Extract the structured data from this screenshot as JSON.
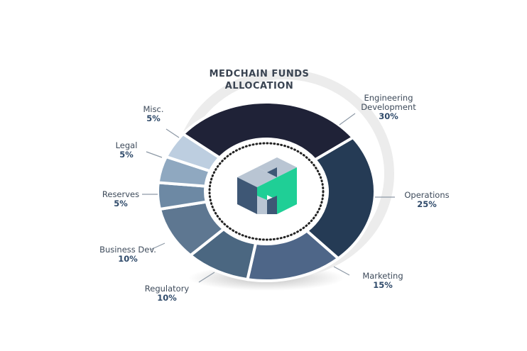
{
  "chart_data": {
    "type": "pie",
    "title": "MEDCHAIN FUNDS ALLOCATION",
    "title_lines": [
      "MEDCHAIN FUNDS",
      "ALLOCATION"
    ],
    "slices": [
      {
        "label": "Engineering Development",
        "label_lines": [
          "Engineering",
          "Development"
        ],
        "value": 30,
        "pct": "30%",
        "color": "#1f2237"
      },
      {
        "label": "Operations",
        "label_lines": [
          "Operations"
        ],
        "value": 25,
        "pct": "25%",
        "color": "#253b55"
      },
      {
        "label": "Marketing",
        "label_lines": [
          "Marketing"
        ],
        "value": 15,
        "pct": "15%",
        "color": "#4e6688"
      },
      {
        "label": "Regulatory",
        "label_lines": [
          "Regulatory"
        ],
        "value": 10,
        "pct": "10%",
        "color": "#4b6781"
      },
      {
        "label": "Business Dev.",
        "label_lines": [
          "Business Dev."
        ],
        "value": 10,
        "pct": "10%",
        "color": "#5e7791"
      },
      {
        "label": "Reserves",
        "label_lines": [
          "Reserves"
        ],
        "value": 5,
        "pct": "5%",
        "color": "#6d89a4"
      },
      {
        "label": "Legal",
        "label_lines": [
          "Legal"
        ],
        "value": 5,
        "pct": "5%",
        "color": "#8fa8c0"
      },
      {
        "label": "Misc.",
        "label_lines": [
          "Misc."
        ],
        "value": 5,
        "pct": "5%",
        "color": "#bdcee0"
      }
    ],
    "legend": "none"
  }
}
